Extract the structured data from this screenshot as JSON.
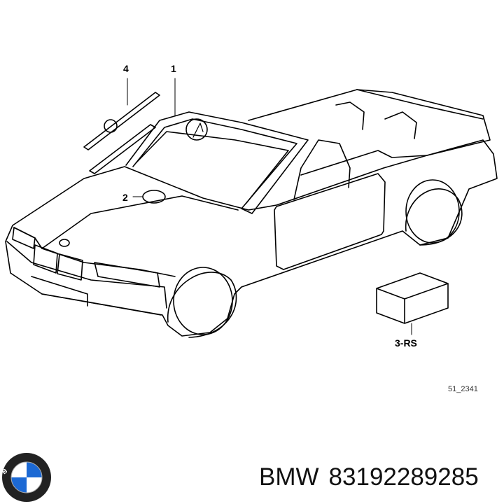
{
  "callouts": {
    "part_1": "1",
    "part_2": "2",
    "part_3": "3-RS",
    "part_4": "4"
  },
  "reference_code": "51_2341",
  "footer": {
    "brand": "BMW",
    "part_number": "83192289285"
  },
  "colors": {
    "line": "#000000",
    "background": "#ffffff",
    "logo_blue": "#1c69d4"
  },
  "icons": {
    "logo": "bmw-roundel-logo"
  }
}
